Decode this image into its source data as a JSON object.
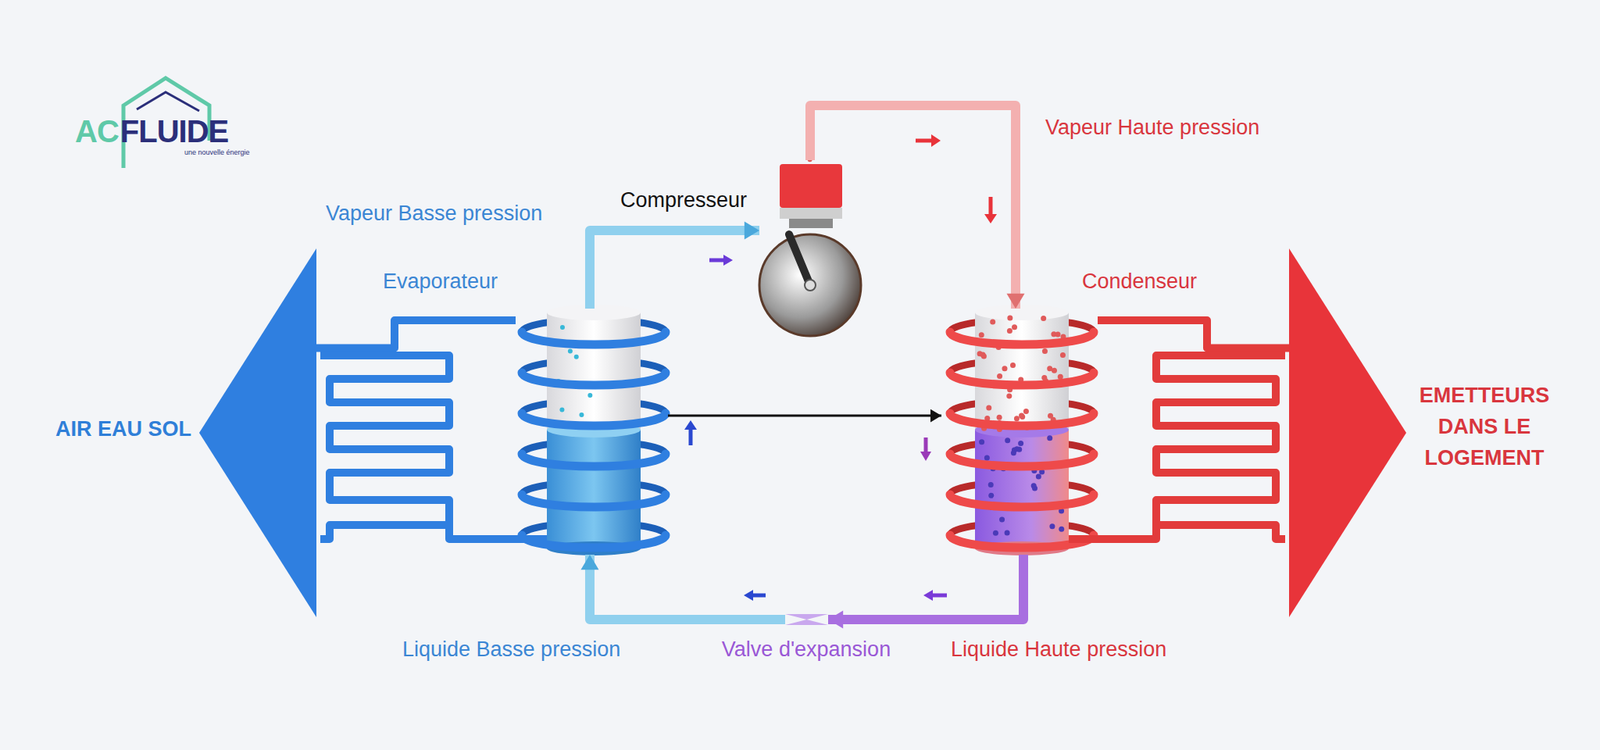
{
  "diagram": {
    "nodes": [
      {
        "text": [
          "AIR EAU SOL"
        ]
      },
      {
        "text": [
          "Evaporateur"
        ]
      },
      {
        "text": [
          "Compresseur"
        ]
      },
      {
        "text": [
          "Condenseur"
        ]
      },
      {
        "text": [
          "EMETTEURS DANS LE LOGEMENT"
        ]
      },
      {
        "text": [
          "Valve d'expansion"
        ]
      }
    ],
    "edges": [
      {
        "from": 1,
        "to": 2,
        "arrow": "to",
        "label": "Vapeur Basse pression"
      },
      {
        "from": 2,
        "to": 3,
        "arrow": "to",
        "label": "Vapeur Haute pression"
      },
      {
        "from": 3,
        "to": 5,
        "arrow": "to",
        "label": "Liquide Haute pression"
      },
      {
        "from": 5,
        "to": 1,
        "arrow": "to",
        "label": "Liquide Basse pression"
      },
      {
        "from": 1,
        "to": 3,
        "arrow": "to"
      },
      {
        "from": 0,
        "to": 1,
        "arrow": "none"
      },
      {
        "from": 3,
        "to": 4,
        "arrow": "none"
      }
    ],
    "labels": [
      "AC",
      "FLUIDE",
      "une nouvelle énergie"
    ]
  }
}
